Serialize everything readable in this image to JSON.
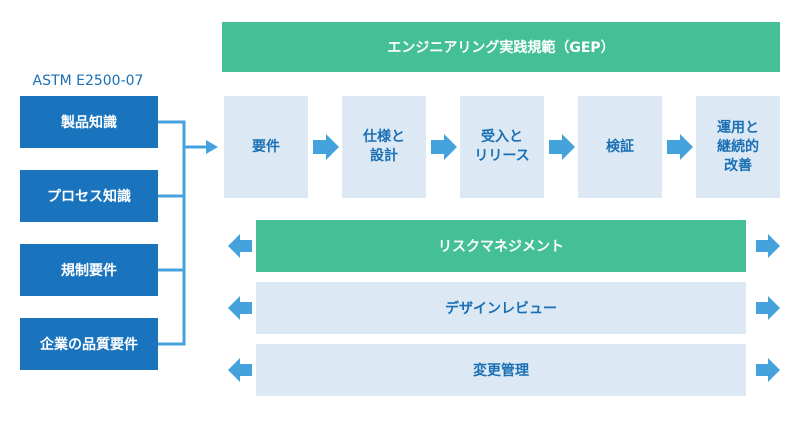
{
  "standard_label": "ASTM E2500-07",
  "inputs": [
    "製品知識",
    "プロセス知識",
    "規制要件",
    "企業の品質要件"
  ],
  "banner": "エンジニアリング実践規範（GEP）",
  "stages": [
    "要件",
    "仕様と\n設計",
    "受入と\nリリース",
    "検証",
    "運用と\n継続的\n改善"
  ],
  "bars": [
    "リスクマネジメント",
    "デザインレビュー",
    "変更管理"
  ],
  "colors": {
    "blue": "#1a74bd",
    "green": "#45c096",
    "light": "#dce9f5",
    "arrow": "#44a3dc",
    "text_blue": "#1a6fb5"
  }
}
